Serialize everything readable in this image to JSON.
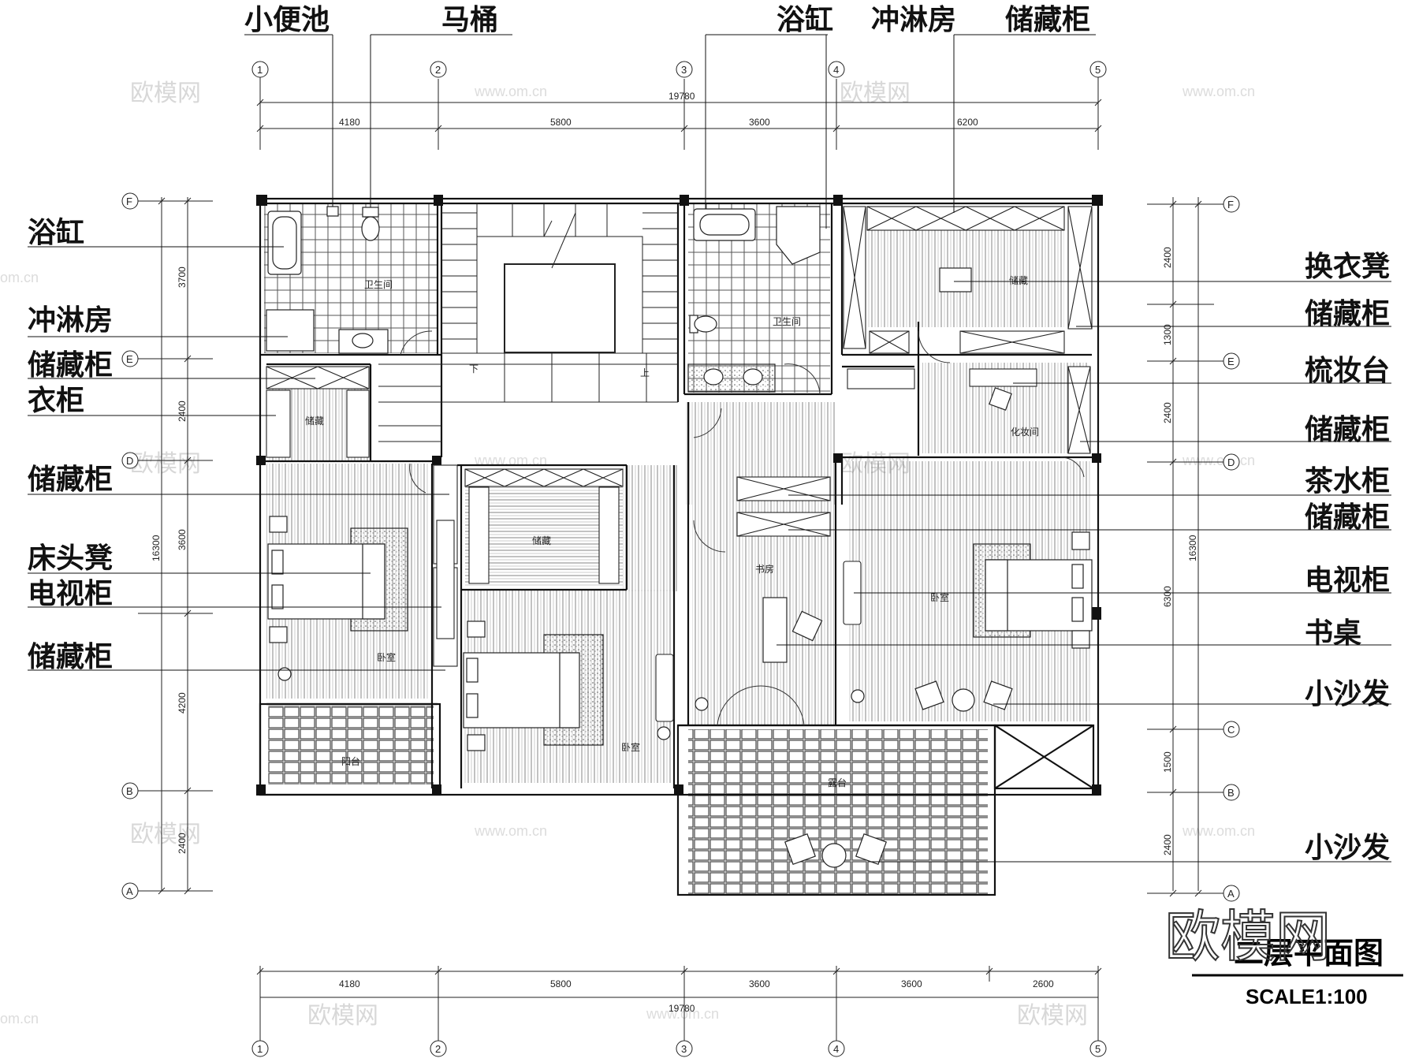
{
  "callouts_top": {
    "urinal": "小便池",
    "toilet": "马桶",
    "bathtub": "浴缸",
    "shower": "冲淋房",
    "storage": "储藏柜"
  },
  "callouts_left": {
    "bathtub": "浴缸",
    "shower": "冲淋房",
    "storage_1": "储藏柜",
    "wardrobe": "衣柜",
    "storage_2": "储藏柜",
    "bedside_stool": "床头凳",
    "tv_cabinet": "电视柜",
    "storage_3": "储藏柜"
  },
  "callouts_right": {
    "changing_stool": "换衣凳",
    "storage_1": "储藏柜",
    "vanity": "梳妆台",
    "storage_2": "储藏柜",
    "tea_cabinet": "茶水柜",
    "storage_3": "储藏柜",
    "tv_cabinet": "电视柜",
    "desk": "书桌",
    "small_sofa_1": "小沙发",
    "small_sofa_2": "小沙发"
  },
  "dimensions_top": {
    "total": "19780",
    "segments": [
      "4180",
      "5800",
      "3600",
      "6200"
    ]
  },
  "dimensions_bottom": {
    "total": "19780",
    "segments": [
      "4180",
      "5800",
      "3600",
      "3600",
      "2600"
    ]
  },
  "dimensions_left": {
    "total": "16300",
    "segments": [
      "3700",
      "2400",
      "3600",
      "4200",
      "2400"
    ]
  },
  "dimensions_right": {
    "total": "16300",
    "segments": [
      "2400",
      "1300",
      "2400",
      "6300",
      "1500",
      "2400"
    ]
  },
  "axes_horizontal": [
    "1",
    "2",
    "3",
    "4",
    "5"
  ],
  "axes_vertical_left": [
    "F",
    "E",
    "D",
    "B",
    "A"
  ],
  "axes_vertical_right": [
    "F",
    "E",
    "D",
    "C",
    "B",
    "A"
  ],
  "rooms": {
    "bath_left": "卫生间",
    "bath_right": "卫生间",
    "storage_upper_left": "储藏",
    "storage_mid": "储藏",
    "storage_upper_right": "储藏",
    "dressing": "化妆间",
    "bedroom_left": "卧室",
    "bedroom_mid": "卧室",
    "bedroom_right": "卧室",
    "study": "书房",
    "balcony": "阳台",
    "terrace": "露台",
    "stair_down": "下",
    "stair_up": "上"
  },
  "title": {
    "name": "二层平面图",
    "scale": "SCALE1:100"
  },
  "watermark": {
    "brand": "欧模网",
    "url": "www.om.cn",
    "url_short": "om.cn"
  },
  "colors": {
    "line": "#111111",
    "watermark": "#d8d8d8"
  }
}
